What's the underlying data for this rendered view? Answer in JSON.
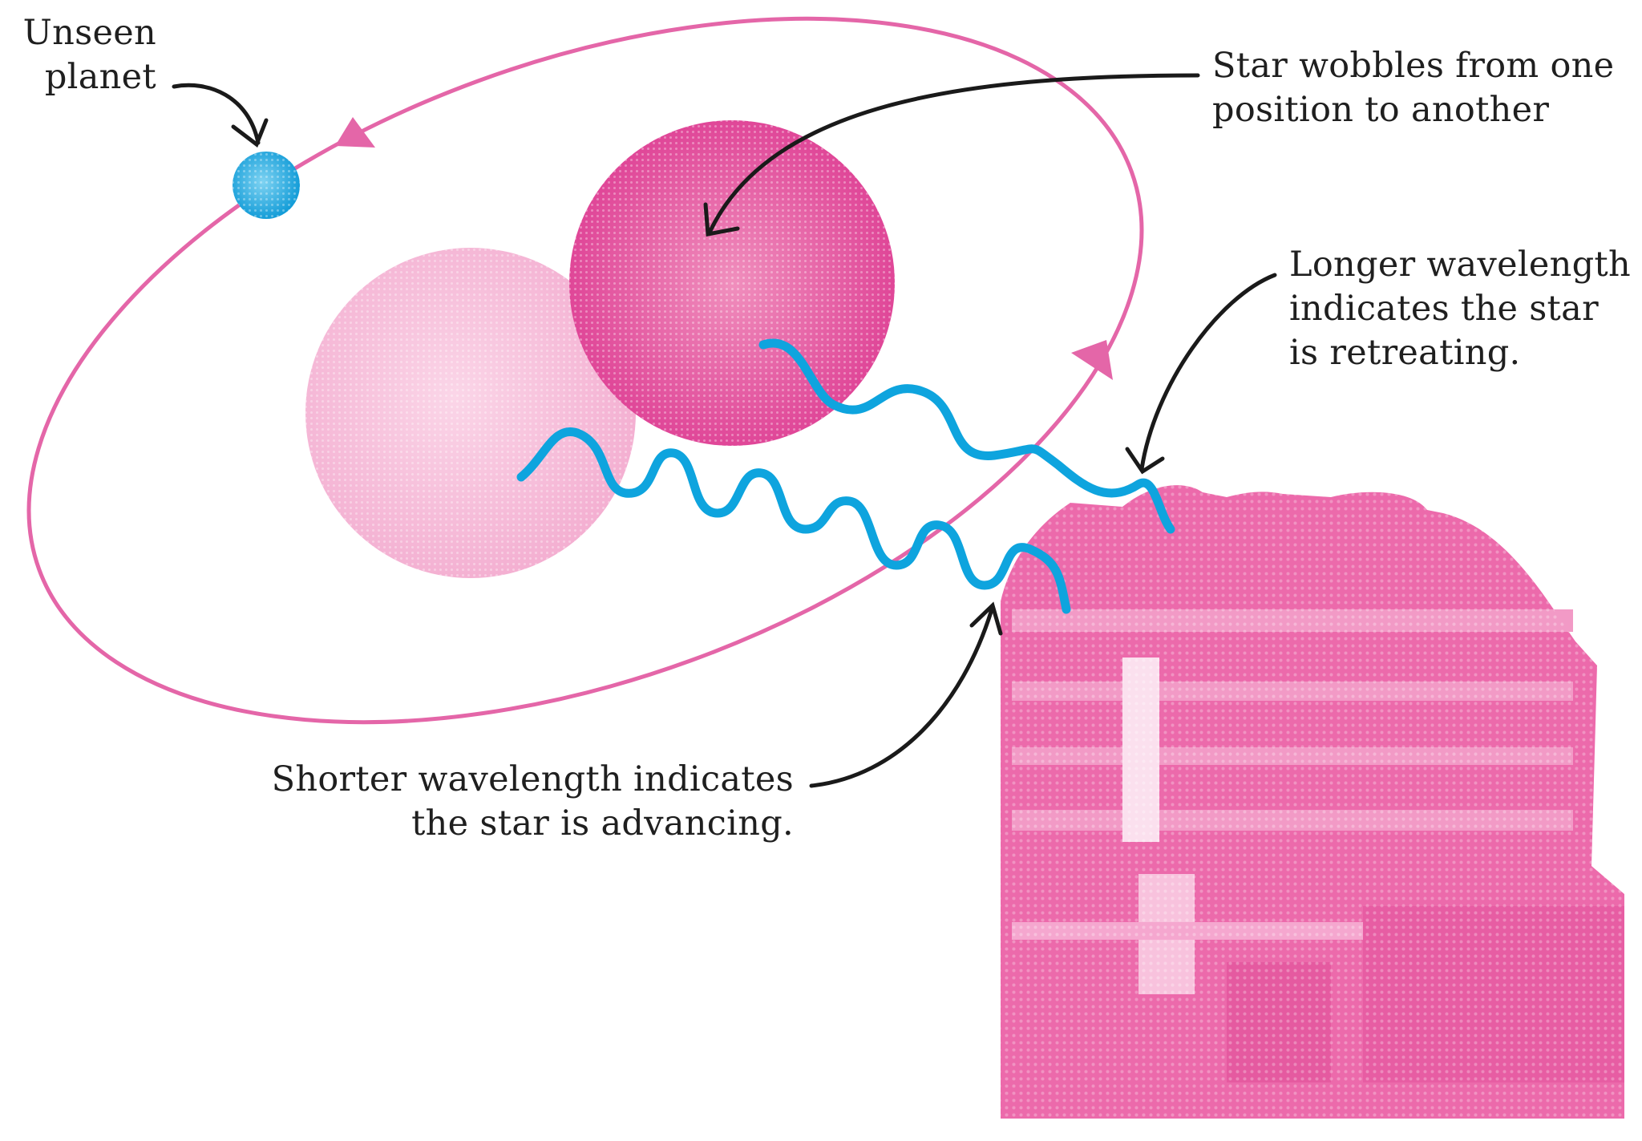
{
  "labels": {
    "planet": [
      "Unseen",
      "planet"
    ],
    "wobble": [
      "Star wobbles from one",
      "position to another"
    ],
    "longer": [
      "Longer wavelength",
      "indicates the star",
      "is retreating."
    ],
    "shorter": [
      "Shorter wavelength indicates",
      "the star is advancing."
    ]
  },
  "colors": {
    "orbit": "#e466a8",
    "star_current": "#e0479a",
    "star_previous": "#f6b9d7",
    "planet": "#18a8e0",
    "wave": "#0ea4de",
    "telescope": "#ec6aab",
    "arrow": "#1a1a1a"
  },
  "icons": [
    "planet-icon",
    "star-icon",
    "telescope-dome-icon"
  ]
}
